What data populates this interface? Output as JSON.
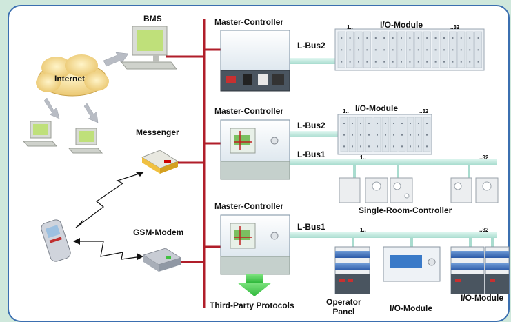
{
  "nodes": {
    "bms": "BMS",
    "internet": "Internet",
    "messenger": "Messenger",
    "gsm_modem": "GSM-Modem",
    "master_controller_1": "Master-Controller",
    "master_controller_2": "Master-Controller",
    "master_controller_3": "Master-Controller",
    "io_module_1": "I/O-Module",
    "io_module_2": "I/O-Module",
    "io_module_3": "I/O-Module",
    "io_module_4": "I/O-Module",
    "single_room_controller": "Single-Room-Controller",
    "operator_panel": "Operator\nPanel",
    "third_party": "Third-Party Protocols"
  },
  "buses": {
    "lbus2_a": "L-Bus2",
    "lbus2_b": "L-Bus2",
    "lbus1_a": "L-Bus1",
    "lbus1_b": "L-Bus1"
  },
  "ranges": {
    "r1_start": "1..",
    "r1_end": "..32",
    "r2_start": "1..",
    "r2_end": "..32",
    "r3_start": "1..",
    "r3_end": "..32",
    "r4_start": "1..",
    "r4_end": "..32"
  },
  "colors": {
    "background": "#cfe8dc",
    "border": "#3b6fb0",
    "panel": "#ffffff",
    "backbone": "#b01e2a",
    "bus": "#c5ece3",
    "arrow": "#3ecf4a",
    "cloud": "#f5d98a"
  }
}
